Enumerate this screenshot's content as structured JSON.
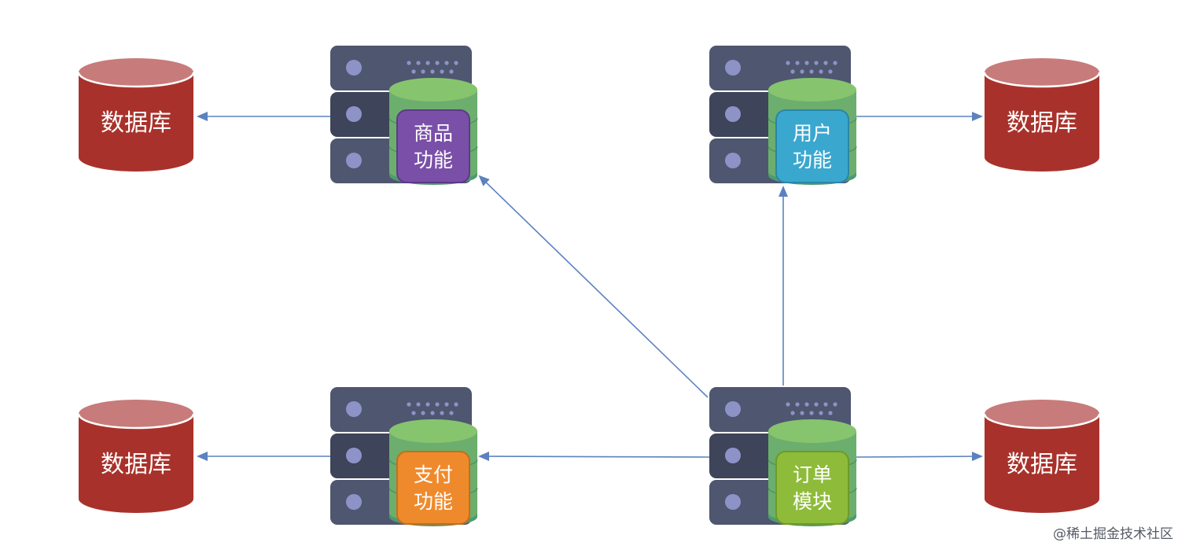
{
  "databases": [
    {
      "id": "db-top-left",
      "label": "数据库"
    },
    {
      "id": "db-top-right",
      "label": "数据库"
    },
    {
      "id": "db-bottom-left",
      "label": "数据库"
    },
    {
      "id": "db-bottom-right",
      "label": "数据库"
    }
  ],
  "modules": [
    {
      "id": "product",
      "line1": "商品",
      "line2": "功能",
      "color": "#7a4fa8"
    },
    {
      "id": "user",
      "line1": "用户",
      "line2": "功能",
      "color": "#3aa7cf"
    },
    {
      "id": "payment",
      "line1": "支付",
      "line2": "功能",
      "color": "#ef8a2c"
    },
    {
      "id": "order",
      "line1": "订单",
      "line2": "模块",
      "color": "#8ebc3a"
    }
  ],
  "colors": {
    "database": "#a8322b",
    "database_top": "#c87b7b",
    "server": "#4f5670",
    "server_dark": "#3e4459",
    "cylinder": "#7fc06c",
    "cylinder_dark": "#4f9a70",
    "arrow": "#5b82bf"
  },
  "watermark": "@稀土掘金技术社区"
}
